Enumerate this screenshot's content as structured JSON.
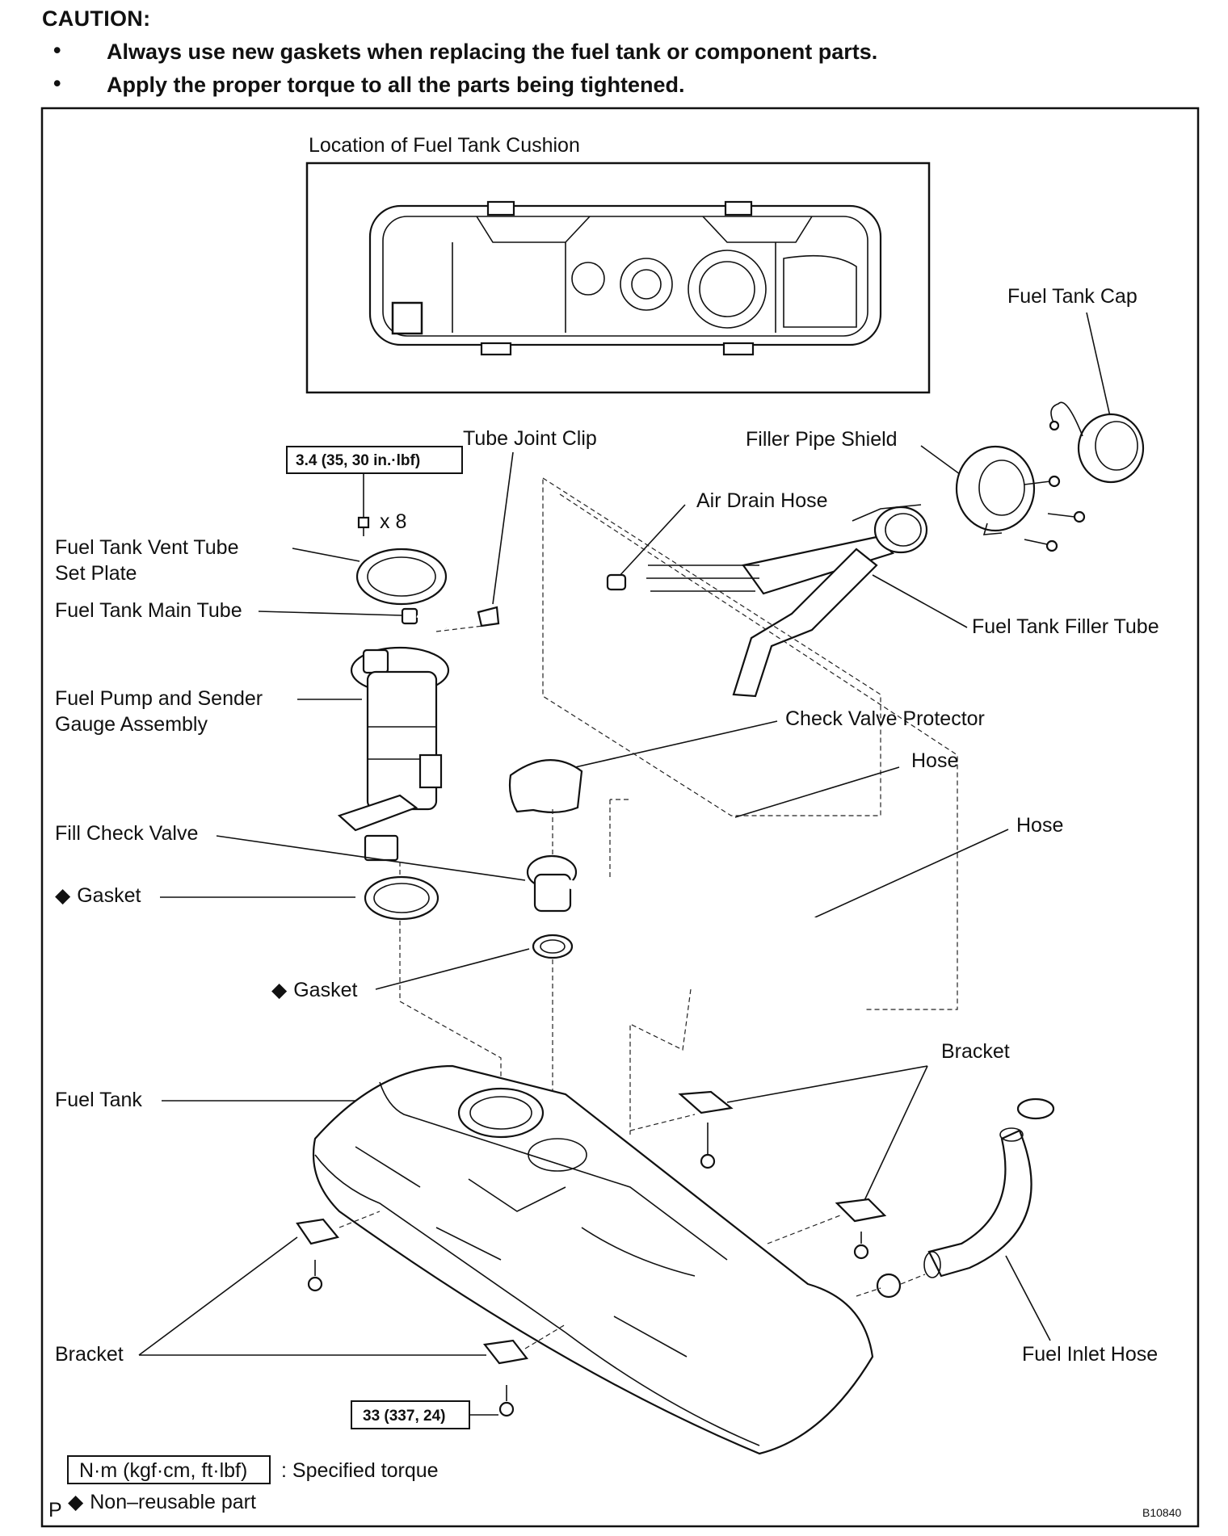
{
  "caution": {
    "title": "CAUTION:",
    "bullets": [
      "Always use new gaskets when replacing the fuel tank or component parts.",
      "Apply the proper torque to all the parts being tightened."
    ],
    "bullet_symbol": "•"
  },
  "diagram": {
    "inset_title": "Location of Fuel Tank Cushion",
    "labels": {
      "fuel_tank_cap": "Fuel Tank Cap",
      "tube_joint_clip": "Tube Joint Clip",
      "filler_pipe_shield": "Filler Pipe Shield",
      "air_drain_hose": "Air Drain Hose",
      "vent_tube_set_plate_1": "Fuel Tank Vent Tube",
      "vent_tube_set_plate_2": "Set Plate",
      "fuel_tank_main_tube": "Fuel Tank Main Tube",
      "fuel_tank_filler_tube": "Fuel Tank Filler Tube",
      "fuel_pump_1": "Fuel Pump and Sender",
      "fuel_pump_2": "Gauge Assembly",
      "check_valve_protector": "Check Valve Protector",
      "hose_1": "Hose",
      "hose_2": "Hose",
      "fill_check_valve": "Fill Check Valve",
      "gasket_1": "Gasket",
      "gasket_2": "Gasket",
      "fuel_tank": "Fuel Tank",
      "bracket_1": "Bracket",
      "bracket_2": "Bracket",
      "fuel_inlet_hose": "Fuel Inlet Hose",
      "quantity": "x 8"
    },
    "diamond_symbol": "◆",
    "torque_1": "3.4 (35, 30 in.·lbf)",
    "torque_2": "33 (337, 24)",
    "legend": {
      "torque_unit": "N·m (kgf·cm, ft·lbf)",
      "torque_desc": ": Specified torque",
      "non_reusable": "Non–reusable part"
    },
    "corner_letter": "P",
    "figure_id": "B10840"
  }
}
